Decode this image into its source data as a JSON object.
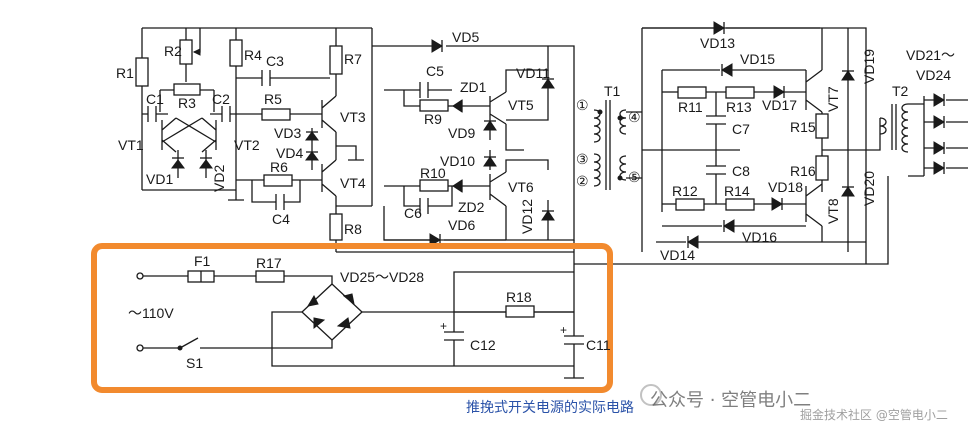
{
  "labels": {
    "r1": "R1",
    "r2": "R2",
    "r3": "R3",
    "r4": "R4",
    "r5": "R5",
    "r6": "R6",
    "r7": "R7",
    "r8": "R8",
    "r9": "R9",
    "r10": "R10",
    "r11": "R11",
    "r12": "R12",
    "r13": "R13",
    "r14": "R14",
    "r15": "R15",
    "r16": "R16",
    "r17": "R17",
    "r18": "R18",
    "c1": "C1",
    "c2": "C2",
    "c3": "C3",
    "c4": "C4",
    "c5": "C5",
    "c6": "C6",
    "c7": "C7",
    "c8": "C8",
    "c11": "C11",
    "c12": "C12",
    "vt1": "VT1",
    "vt2": "VT2",
    "vt3": "VT3",
    "vt4": "VT4",
    "vt5": "VT5",
    "vt6": "VT6",
    "vt7": "VT7",
    "vt8": "VT8",
    "vd1": "VD1",
    "vd2": "VD2",
    "vd3": "VD3",
    "vd4": "VD4",
    "vd5": "VD5",
    "vd6": "VD6",
    "vd9": "VD9",
    "vd10": "VD10",
    "vd11": "VD11",
    "vd12": "VD12",
    "vd13": "VD13",
    "vd14": "VD14",
    "vd15": "VD15",
    "vd16": "VD16",
    "vd17": "VD17",
    "vd18": "VD18",
    "vd19": "VD19",
    "vd20": "VD20",
    "vd21_24_top": "VD21～",
    "vd21_24_bottom": "VD24",
    "vd25_28": "VD25～VD28",
    "zd1": "ZD1",
    "zd2": "ZD2",
    "t1": "T1",
    "t2": "T2",
    "f1": "F1",
    "s1": "S1",
    "ac_input": "～110V",
    "pin1": "①",
    "pin2": "②",
    "pin3": "③",
    "pin4": "④",
    "pin5": "⑤",
    "plus_c12": "+",
    "plus_c11": "+"
  },
  "caption": "推挽式开关电源的实际电路",
  "watermark": {
    "line1": "公众号 · 空管电小二",
    "line2": "掘金技术社区 @空管电小二"
  },
  "colors": {
    "line": "#1a1a1a",
    "highlight_box": "#f28a2e",
    "caption": "#2a52a8"
  }
}
